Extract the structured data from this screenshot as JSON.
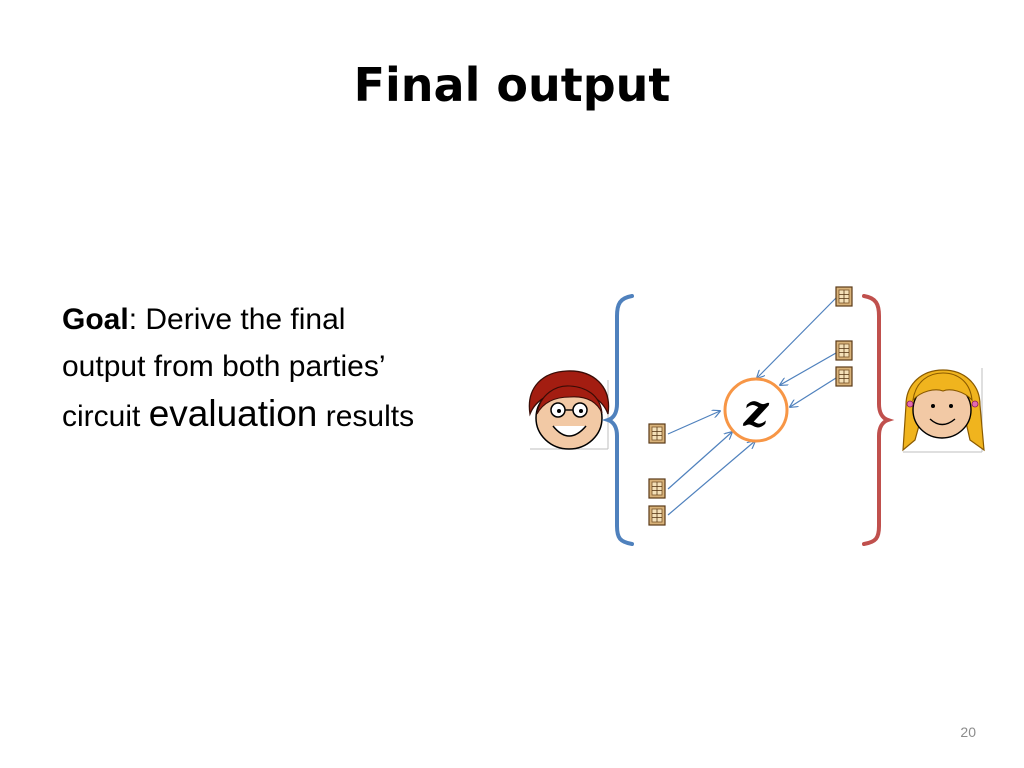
{
  "slide": {
    "title": "Final output",
    "goal_label": "Goal",
    "goal_sep": ":",
    "goal_line1_rest": " Derive the final",
    "goal_line2": "output from both parties’",
    "goal_line3_a": "circuit ",
    "goal_line3_b": "evaluation",
    "goal_line3_c": " results",
    "page_number": "20"
  },
  "diagram": {
    "output_label": "z",
    "colors": {
      "left_brace": "#4f81bd",
      "right_brace": "#c0504d",
      "output_circle": "#f79646",
      "arrows": "#4f81bd"
    },
    "icons": [
      "left-party-avatar-icon",
      "right-party-avatar-icon",
      "garbled-table-icon"
    ]
  }
}
